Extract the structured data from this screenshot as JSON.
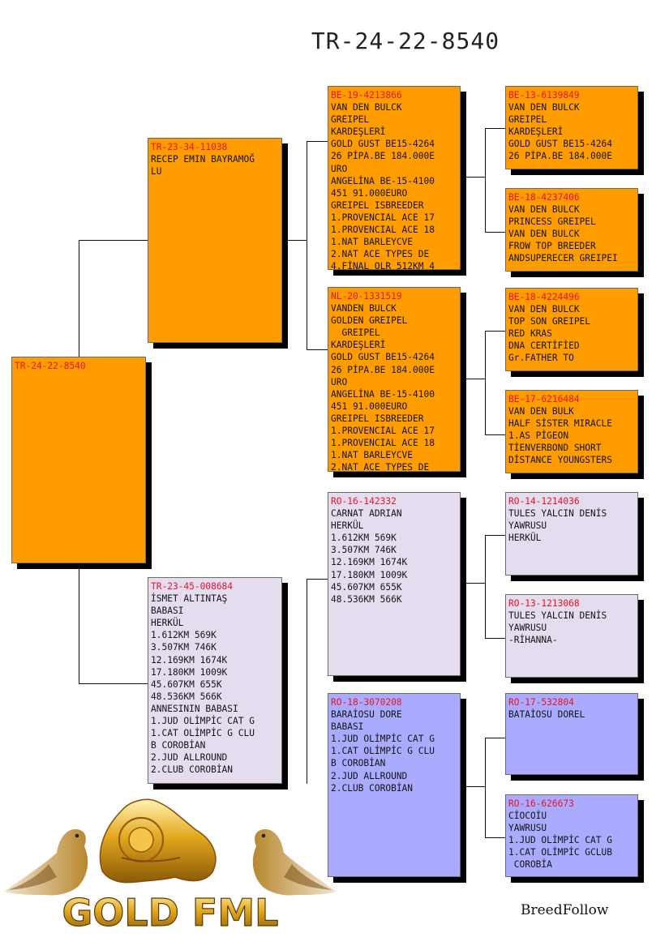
{
  "title": "TR-24-22-8540",
  "footer": "BreedFollow",
  "logo_text": "GOLD FML",
  "colors": {
    "orange": "#ff9c00",
    "lavender": "#e6dcef",
    "blue": "#aaaaff",
    "ring": "#e8141e"
  },
  "pigeons": {
    "root": {
      "ring": "TR-24-22-8540",
      "lines": []
    },
    "sire": {
      "ring": "TR-23-34-11038",
      "lines": [
        "RECEP EMIN BAYRAMOĞ",
        "LU"
      ]
    },
    "dam": {
      "ring": "TR-23-45-008684",
      "lines": [
        "İSMET ALTINTAŞ",
        "BABASI",
        "HERKÜL",
        "1.612KM 569K",
        "3.507KM 746K",
        "12.169KM 1674K",
        "17.180KM 1009K",
        "45.607KM 655K",
        "48.536KM 566K",
        "ANNESININ BABASI",
        "1.JUD OLİMPİC CAT G",
        "1.CAT OLİMPİC G CLU",
        "B COROBİAN",
        "2.JUD ALLROUND",
        "2.CLUB COROBİAN"
      ]
    },
    "ss": {
      "ring": "BE-19-4213866",
      "lines": [
        "VAN DEN BULCK",
        "GREIPEL",
        "KARDEŞLERİ",
        "GOLD GUST BE15-4264",
        "26 PİPA.BE 184.000E",
        "URO",
        "ANGELİNA BE-15-4100",
        "451 91.000EURO",
        "GREIPEL ISBREEDER",
        "1.PROVENCIAL ACE 17",
        "1.PROVENCIAL ACE 18",
        "1.NAT BARLEYCVE",
        "2.NAT ACE TYPES DE",
        "4.FİNAL OLR 512KM 4"
      ]
    },
    "sd": {
      "ring": "NL-20-1331519",
      "lines": [
        "VANDEN BULCK",
        "GOLDEN GREIPEL",
        "  GREIPEL",
        "KARDEŞLERİ",
        "GOLD GUST BE15-4264",
        "26 PİPA.BE 184.000E",
        "URO",
        "ANGELİNA BE-15-4100",
        "451 91.000EURO",
        "GREIPEL ISBREEDER",
        "1.PROVENCIAL ACE 17",
        "1.PROVENCIAL ACE 18",
        "1.NAT BARLEYCVE",
        "2.NAT ACE TYPES DE"
      ]
    },
    "ds": {
      "ring": "RO-16-142332",
      "lines": [
        "CARNAT ADRIAN",
        "HERKÜL",
        "1.612KM 569K",
        "3.507KM 746K",
        "12.169KM 1674K",
        "17.180KM 1009K",
        "45.607KM 655K",
        "48.536KM 566K"
      ]
    },
    "dd": {
      "ring": "RO-18-3070208",
      "lines": [
        "BARAİOSU DORE",
        "BABASI",
        "1.JUD OLİMPİC CAT G",
        "1.CAT OLİMPİC G CLU",
        "B COROBİAN",
        "2.JUD ALLROUND",
        "2.CLUB COROBİAN"
      ]
    },
    "sss": {
      "ring": "BE-13-6139849",
      "lines": [
        "VAN DEN BULCK",
        "GREIPEL",
        "KARDEŞLERİ",
        "GOLD GUST BE15-4264",
        "26 PİPA.BE 184.000E"
      ]
    },
    "ssd": {
      "ring": "BE-18-4237406",
      "lines": [
        "VAN DEN BULCK",
        "PRINCESS GREIPEL",
        "VAN DEN BULCK",
        "FROW TOP BREEDER",
        "ANDSUPERECER GREIPEI"
      ]
    },
    "sds": {
      "ring": "BE-18-4224496",
      "lines": [
        "VAN DEN BULCK",
        "TOP SON GREIPEL",
        "RED KRAS",
        "DNA CERTİFİED",
        "Gr.FATHER TO"
      ]
    },
    "sdd": {
      "ring": "BE-17-6216484",
      "lines": [
        "VAN DEN BULK",
        "HALF SİSTER MIRACLE",
        "1.AS PİGEON",
        "TİENVERBOND SHORT",
        "DİSTANCE YOUNGSTERS"
      ]
    },
    "dss": {
      "ring": "RO-14-1214036",
      "lines": [
        "TULES YALCIN DENİS",
        "YAWRUSU",
        "HERKÜL"
      ]
    },
    "dsd": {
      "ring": "RO-13-1213068",
      "lines": [
        "TULES YALCIN DENİS",
        "YAWRUSU",
        "-RİHANNA-"
      ]
    },
    "dds": {
      "ring": "RO-17-532804",
      "lines": [
        "BATAİOSU DOREL"
      ]
    },
    "ddd": {
      "ring": "RO-16-626673",
      "lines": [
        "CİOCOİU",
        "YAWRUSU",
        "1.JUD OLİMPİC CAT G",
        "1.CAT OLİMPİC GCLUB",
        " COROBİA"
      ]
    }
  }
}
